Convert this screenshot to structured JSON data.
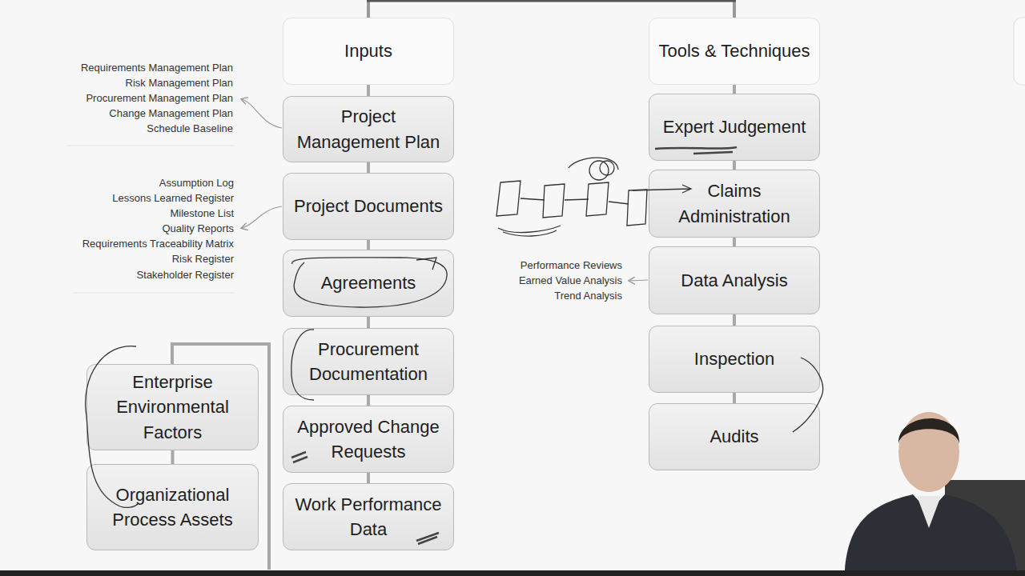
{
  "diagram": {
    "nodes": [
      {
        "text": [
          "Inputs"
        ]
      },
      {
        "text": [
          "Tools & Techniques"
        ]
      },
      {
        "text": [
          "Project Management Plan"
        ]
      },
      {
        "text": [
          "Project Documents"
        ]
      },
      {
        "text": [
          "Agreements"
        ]
      },
      {
        "text": [
          "Procurement Documentation"
        ]
      },
      {
        "text": [
          "Approved Change Requests"
        ]
      },
      {
        "text": [
          "Work Performance Data"
        ]
      },
      {
        "text": [
          "Enterprise Environmental Factors"
        ]
      },
      {
        "text": [
          "Organizational Process Assets"
        ]
      },
      {
        "text": [
          "Expert Judgement"
        ]
      },
      {
        "text": [
          "Claims Administration"
        ]
      },
      {
        "text": [
          "Data Analysis"
        ]
      },
      {
        "text": [
          "Inspection"
        ]
      },
      {
        "text": [
          "Audits"
        ]
      }
    ],
    "edges": [
      {
        "from": 0,
        "to": 2,
        "arrow": "none"
      },
      {
        "from": 2,
        "to": 3,
        "arrow": "none"
      },
      {
        "from": 3,
        "to": 4,
        "arrow": "none"
      },
      {
        "from": 4,
        "to": 5,
        "arrow": "none"
      },
      {
        "from": 5,
        "to": 6,
        "arrow": "none"
      },
      {
        "from": 6,
        "to": 7,
        "arrow": "none"
      },
      {
        "from": 8,
        "to": 9,
        "arrow": "none"
      },
      {
        "from": 1,
        "to": 10,
        "arrow": "none"
      },
      {
        "from": 10,
        "to": 11,
        "arrow": "none"
      },
      {
        "from": 11,
        "to": 12,
        "arrow": "none"
      },
      {
        "from": 12,
        "to": 13,
        "arrow": "none"
      },
      {
        "from": 13,
        "to": 14,
        "arrow": "none"
      }
    ],
    "labels": [
      "Requirements Management Plan",
      "Risk Management Plan",
      "Procurement Management Plan",
      "Change Management Plan",
      "Schedule Baseline",
      "Assumption Log",
      "Lessons Learned Register",
      "Milestone List",
      "Quality Reports",
      "Requirements Traceability Matrix",
      "Risk Register",
      "Stakeholder Register",
      "Performance Reviews",
      "Earned Value Analysis",
      "Trend Analysis"
    ]
  }
}
